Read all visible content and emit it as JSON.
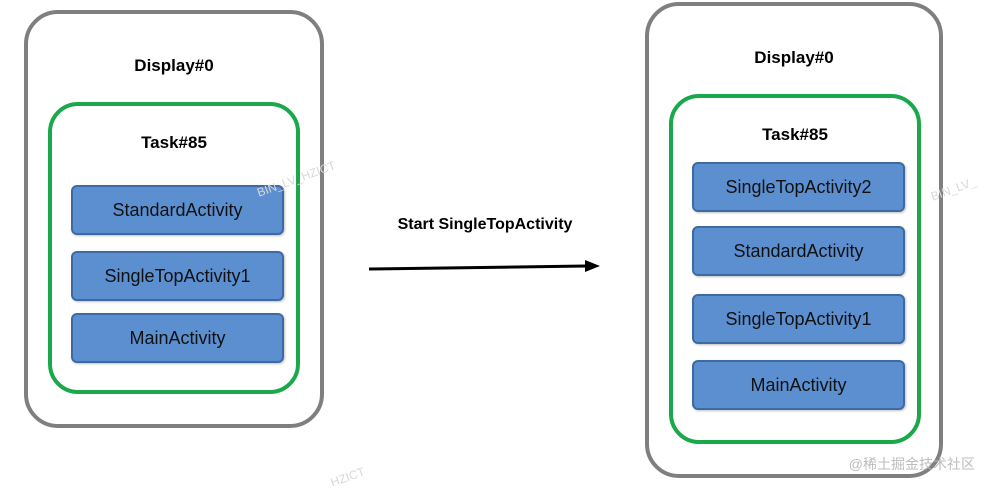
{
  "left_display": {
    "title": "Display#0",
    "task": {
      "title": "Task#85",
      "activities": [
        "StandardActivity",
        "SingleTopActivity1",
        "MainActivity"
      ]
    }
  },
  "right_display": {
    "title": "Display#0",
    "task": {
      "title": "Task#85",
      "activities": [
        "SingleTopActivity2",
        "StandardActivity",
        "SingleTopActivity1",
        "MainActivity"
      ]
    }
  },
  "arrow": {
    "label": "Start SingleTopActivity"
  },
  "watermarks": {
    "corner": "@稀土掘金技术社区",
    "faint_1": "BIN_LV_HZICT",
    "faint_2": "BIN_LV_",
    "faint_3": "HZICT"
  },
  "colors": {
    "display_border": "#7f7f7f",
    "task_border": "#1aa84b",
    "activity_fill": "#5b8fd0",
    "activity_border": "#3e6aa3"
  }
}
